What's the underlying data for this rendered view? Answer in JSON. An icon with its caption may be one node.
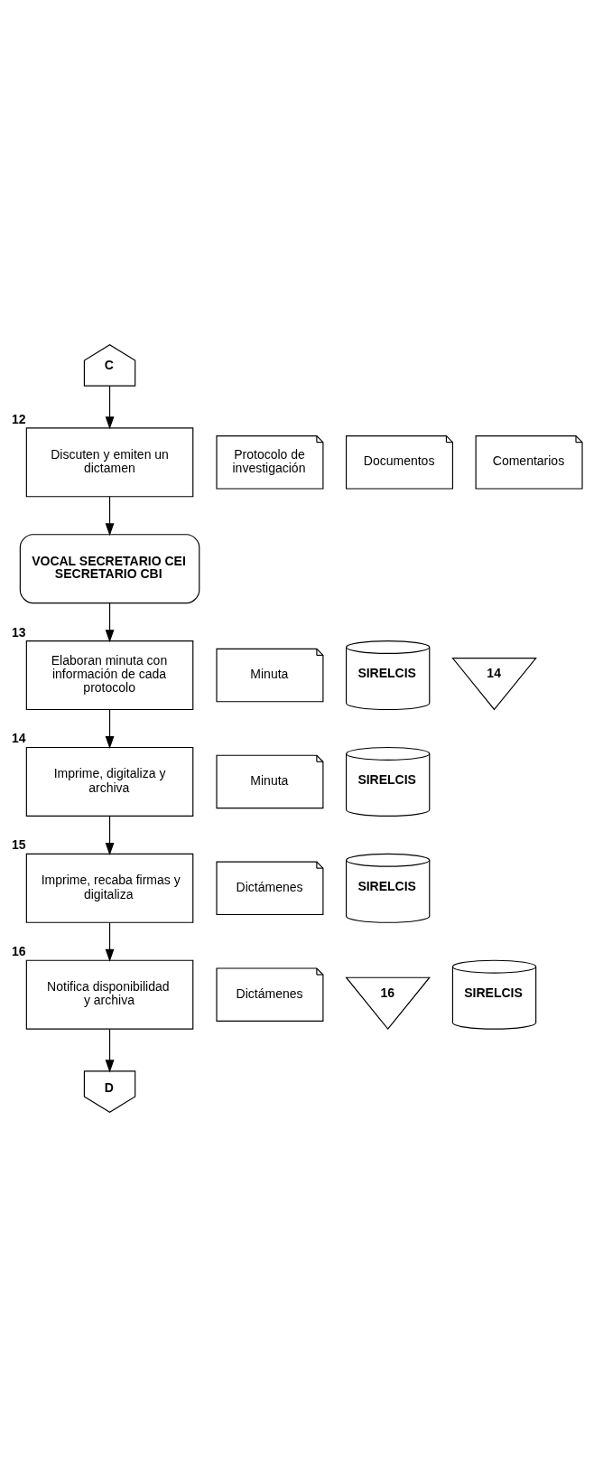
{
  "diagram": {
    "nodes": [
      {
        "text": [
          "C"
        ]
      },
      {
        "text": [
          "Discuten y emiten un dictamen"
        ],
        "beside": [
          "12"
        ]
      },
      {
        "text": [
          "Protocolo de investigación"
        ]
      },
      {
        "text": [
          "Documentos"
        ]
      },
      {
        "text": [
          "Comentarios"
        ]
      },
      {
        "text": [
          "VOCAL SECRETARIO CEI SECRETARIO CBI"
        ]
      },
      {
        "text": [
          "Elaboran minuta con información de cada protocolo"
        ],
        "beside": [
          "13"
        ]
      },
      {
        "text": [
          "Minuta"
        ]
      },
      {
        "text": [
          "SIRELCIS"
        ]
      },
      {
        "text": [
          "14"
        ]
      },
      {
        "text": [
          "Imprime, digitaliza y archiva"
        ],
        "beside": [
          "14"
        ]
      },
      {
        "text": [
          "Minuta"
        ]
      },
      {
        "text": [
          "SIRELCIS"
        ]
      },
      {
        "text": [
          "Imprime, recaba firmas y digitaliza"
        ],
        "beside": [
          "15"
        ]
      },
      {
        "text": [
          "Dictámenes"
        ]
      },
      {
        "text": [
          "SIRELCIS"
        ]
      },
      {
        "text": [
          "Notifica disponibilidad y archiva"
        ],
        "beside": [
          "16"
        ]
      },
      {
        "text": [
          "Dictámenes"
        ]
      },
      {
        "text": [
          "16"
        ]
      },
      {
        "text": [
          "SIRELCIS"
        ]
      },
      {
        "text": [
          "D"
        ]
      }
    ],
    "edges": [
      {
        "from": 0,
        "to": 1,
        "arrow": "to"
      },
      {
        "from": 1,
        "to": 5,
        "arrow": "to"
      },
      {
        "from": 5,
        "to": 6,
        "arrow": "to"
      },
      {
        "from": 6,
        "to": 10,
        "arrow": "to"
      },
      {
        "from": 10,
        "to": 13,
        "arrow": "to"
      },
      {
        "from": 13,
        "to": 16,
        "arrow": "to"
      },
      {
        "from": 16,
        "to": 20,
        "arrow": "to"
      }
    ]
  }
}
